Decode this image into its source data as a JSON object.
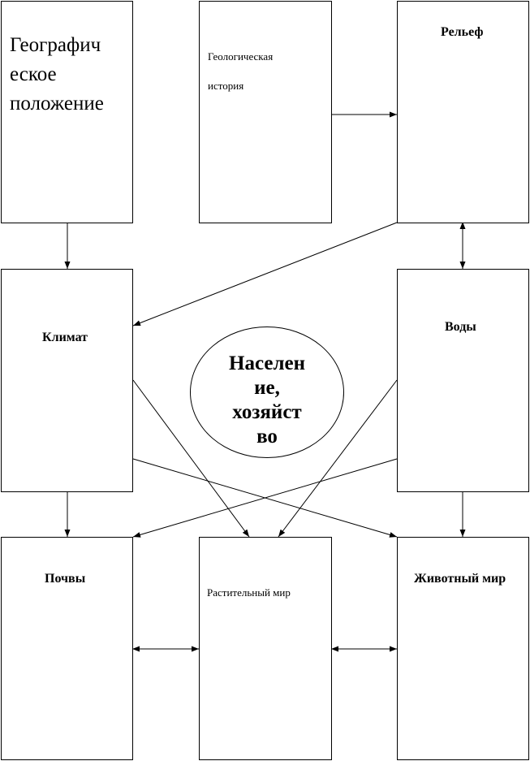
{
  "nodes": {
    "geo_position": {
      "lines": [
        "Географич",
        "еское",
        "положение"
      ]
    },
    "geo_history": {
      "lines": [
        "Геологическая",
        "история"
      ]
    },
    "relief": {
      "label": "Рельеф"
    },
    "climate": {
      "label": "Климат"
    },
    "waters": {
      "label": "Воды"
    },
    "population": {
      "lines": [
        "Населен",
        "ие,",
        "хозяйст",
        "во"
      ]
    },
    "soils": {
      "label": "Почвы"
    },
    "flora": {
      "label": "Растительный мир"
    },
    "fauna": {
      "label": "Животный мир"
    }
  }
}
